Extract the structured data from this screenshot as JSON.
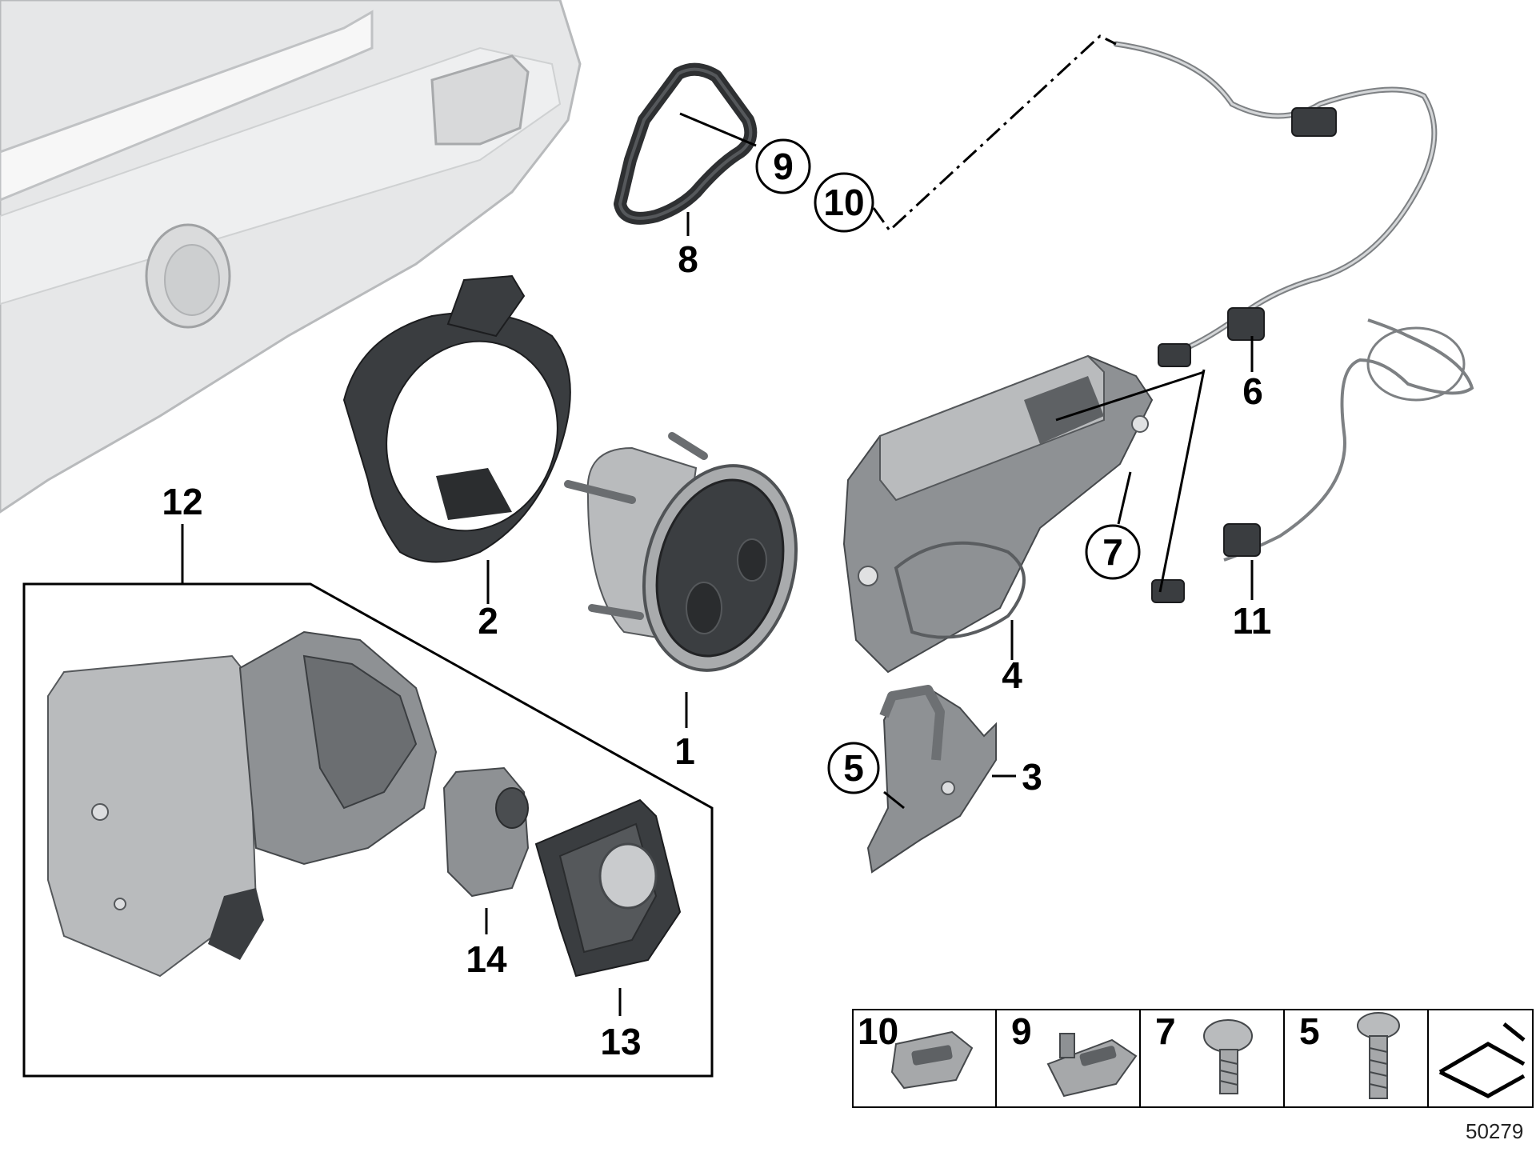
{
  "diagram": {
    "callouts": {
      "c1": "1",
      "c2": "2",
      "c3": "3",
      "c4": "4",
      "c5": "5",
      "c6": "6",
      "c7": "7",
      "c8": "8",
      "c9": "9",
      "c10": "10",
      "c11": "11",
      "c12": "12",
      "c13": "13",
      "c14": "14"
    },
    "legend": {
      "items": [
        {
          "label": "10",
          "icon": "clip-nut-icon"
        },
        {
          "label": "9",
          "icon": "spring-nut-icon"
        },
        {
          "label": "7",
          "icon": "round-head-screw-icon"
        },
        {
          "label": "5",
          "icon": "torx-bolt-icon"
        },
        {
          "label": "",
          "icon": "arrow-symbol-icon"
        }
      ]
    },
    "reference_code": "50279",
    "colors": {
      "line": "#000000",
      "part_dark": "#3a3d40",
      "part_mid": "#8e9194",
      "part_light": "#b9bbbd",
      "car_body": "#e4e5e6"
    }
  }
}
